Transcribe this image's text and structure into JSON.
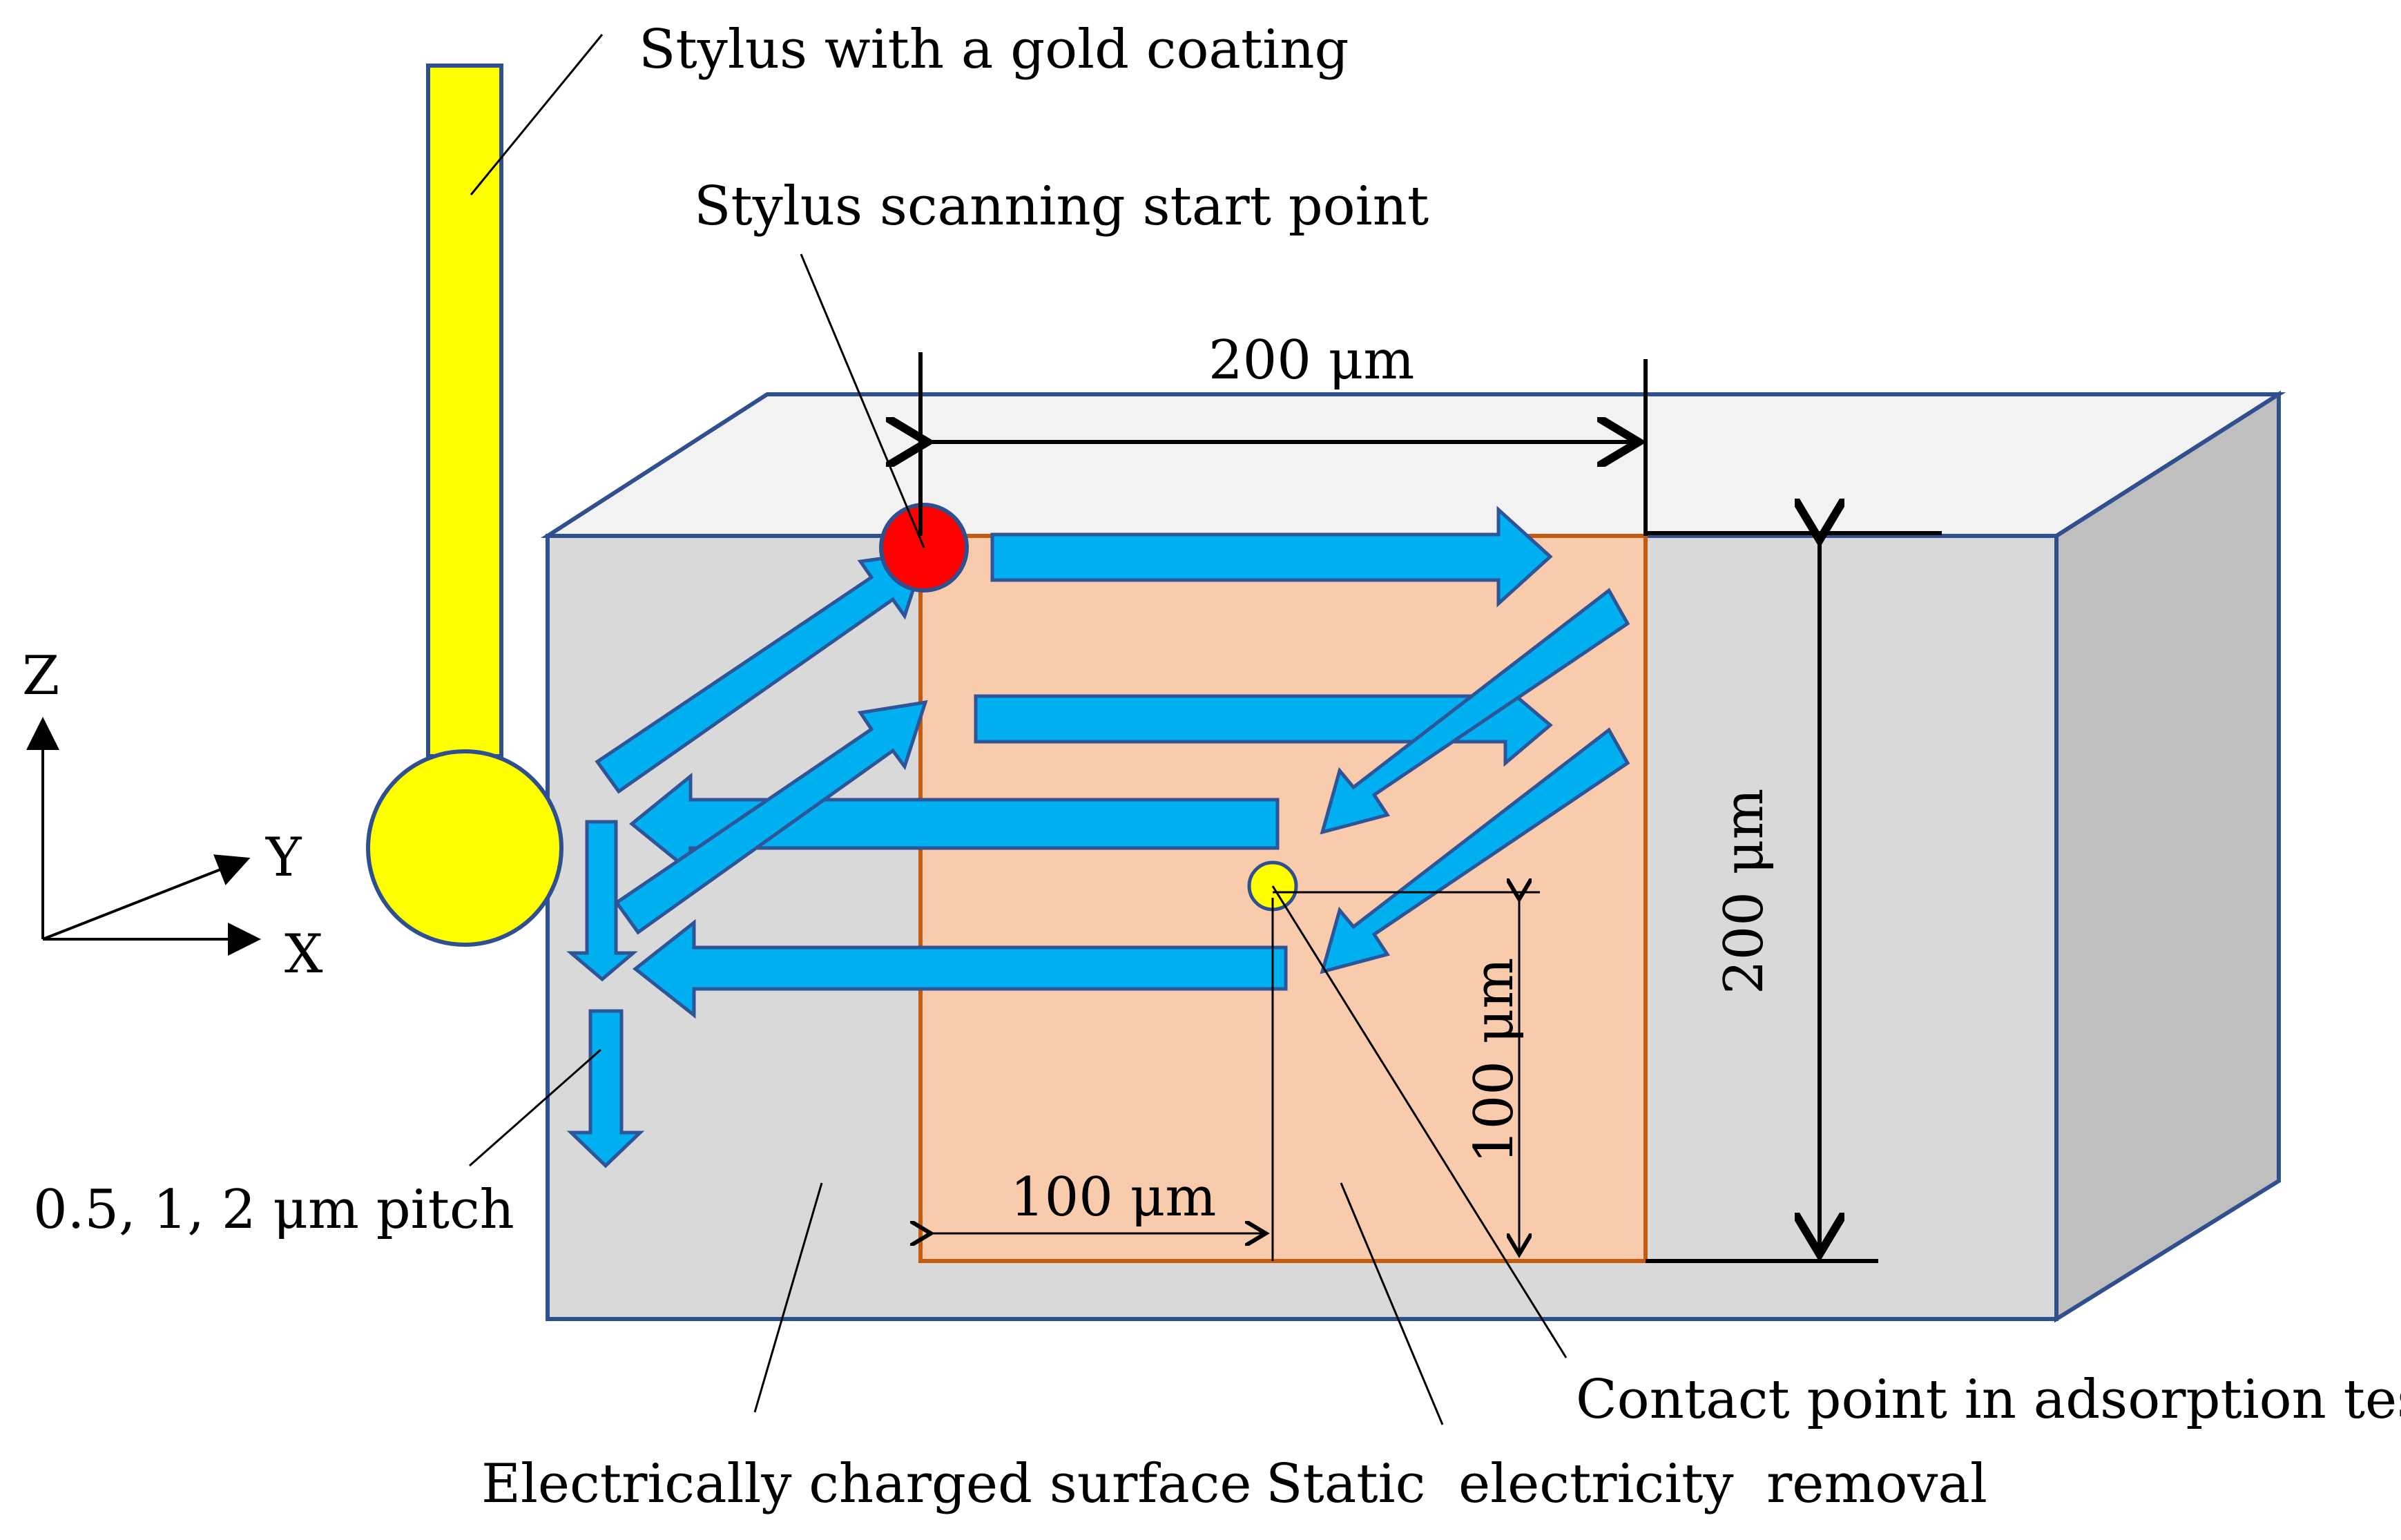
{
  "labels": {
    "stylus": "Stylus with a gold coating",
    "start_point": "Stylus scanning start point",
    "width_top": "200 μm",
    "height_right": "200 μm",
    "offset_x": "100 μm",
    "offset_y": "100 μm",
    "pitch": "0.5, 1, 2 μm pitch",
    "contact_point": "Contact point in adsorption test",
    "charged_surface": "Electrically charged surface",
    "static_word1": "Static",
    "static_word2": "electricity",
    "static_word3": "removal",
    "axis_z": "Z",
    "axis_y": "Y",
    "axis_x": "X"
  },
  "colors": {
    "box_front": "#d9d9d9",
    "box_top": "#f2f2f2",
    "box_side": "#bfbfbf",
    "box_edge": "#2f4f8f",
    "removal_region": "#f8cbad",
    "removal_edge": "#c55a11",
    "stylus": "#ffff00",
    "start_dot": "#ff0000",
    "arrow_fill": "#00b0f0",
    "arrow_edge": "#2e5597"
  }
}
